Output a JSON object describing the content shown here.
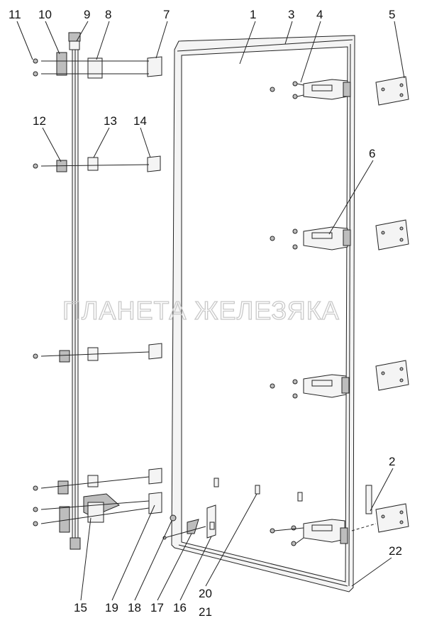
{
  "watermark": "ПЛАНЕТА ЖЕЛЕЗЯКА",
  "callouts": [
    "1",
    "2",
    "3",
    "4",
    "5",
    "6",
    "7",
    "8",
    "9",
    "10",
    "11",
    "12",
    "13",
    "14",
    "15",
    "16",
    "17",
    "18",
    "19",
    "20",
    "21",
    "22"
  ],
  "colors": {
    "line": "#222222",
    "fill": "#f4f4f4",
    "shade": "#bdbdbd",
    "watermark": "#c9c9c9"
  }
}
